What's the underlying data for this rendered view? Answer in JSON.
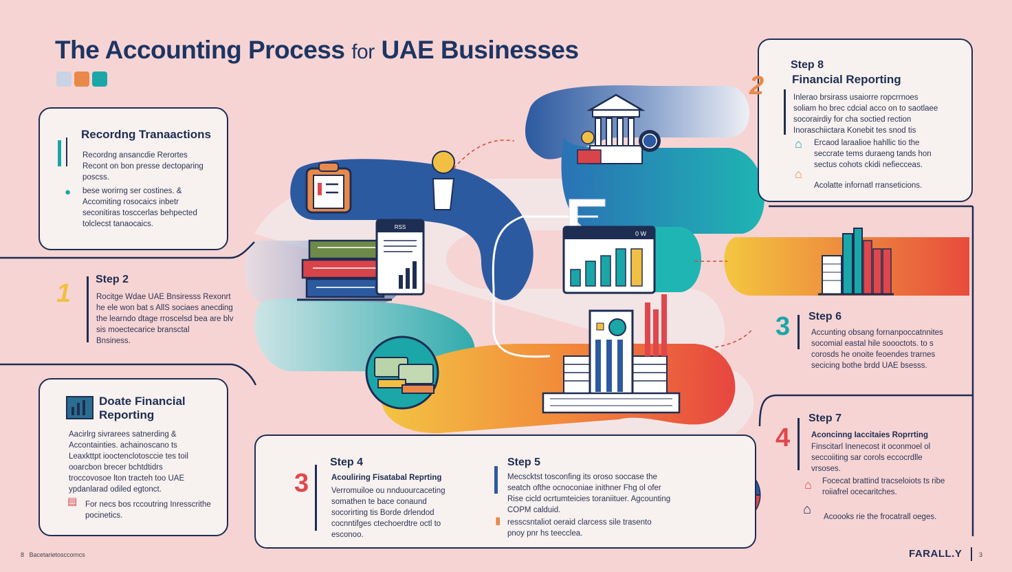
{
  "title_main": "The Accounting Process",
  "title_for": "for",
  "title_end": "UAE Businesses",
  "colors": {
    "navy": "#1e2d52",
    "orange": "#e8894a",
    "teal": "#1ba6a8",
    "red": "#e0474c",
    "yellow": "#f1c043",
    "blue": "#2c5aa0"
  },
  "card1": {
    "title": "Recordng Tranaactions",
    "p1": "Recordng ansancdie Rerortes",
    "p2": "Recont on bon presse dectoparing",
    "p3": "poscss.",
    "p4": "bese worirng ser costines. &",
    "p5": "Accomiting rosocaics inbetr",
    "p6": "seconitiras tosccerlas behpected",
    "p7": "tolclecst tanaocaics."
  },
  "card2": {
    "title": "Step 2",
    "num": "1",
    "p1": "Rocitge Wdae UAE  Bnsiresss Rexonrt",
    "p2": "he ele won bat s AllS  sociaes anecding",
    "p3": "the learndo dtage rroscelsd bea are blv",
    "p4": "sis moectecarice bransctal",
    "p5": "Bnsiness."
  },
  "card3": {
    "title1": "Doate Financial",
    "title2": "Reporting",
    "p1": "Aacirlrg sivrarees satnerding &",
    "p2": "Accontainties. achainoscano ts",
    "p3": "Leaxkttpt iooctenclotosccie tes toil",
    "p4": "ooarcbon brecer bchtdtidrs",
    "p5": "troccovosoe lton tracteh too UAE",
    "p6": "ypdanlarad odiled egtonct.",
    "p7": "For necs bos rccoutring Inresscrithe",
    "p8": "pocinetics."
  },
  "card4": {
    "step4": "Step 4",
    "num": "3",
    "s4h": "Acouliring Fisatabal Reprting",
    "s4p1": "Verromuiloe ou nnduourcaceting",
    "s4p2": "somathen te bace conaund",
    "s4p3": "socorirting tis Borde drlendod",
    "s4p4": "cocnntifges ctechoerdtre octl to",
    "s4p5": "esconoo.",
    "step5": "Step 5",
    "s5p1": "Mecscktst tosconfing its oroso soccase the",
    "s5p2": "seatch ofthe ocnoconiae inithner Fhg ol ofer",
    "s5p3": "Rise cicld ocrtumteicies toraniituer. Agcounting",
    "s5p4": "COPM calduid.",
    "s5p5": "resscsntaliot oeraid clarcess sile trasento",
    "s5p6": "pnoy pnr hs teecclea."
  },
  "card6": {
    "title": "Step 6",
    "num": "3",
    "p1": "Accunting obsang fornanpoccatnnites",
    "p2": "socomial eastal hile soooctots. to s",
    "p3": "corosds he onoite feoendes trarnes",
    "p4": "secicing bothe brdd  UAE bsesss."
  },
  "card7": {
    "title": "Step 7",
    "num": "4",
    "h": "Aconcinng Iaccitaies Roprrting",
    "p1": "Finscitarl Inenecost it oconmoel ol",
    "p2": "seccoiiting sar corols eccocrdlle",
    "p3": "vrsoses.",
    "p4": "Focecat brattind tracseloiots ts ribe",
    "p5": "roiiafrel ocecaritches.",
    "p6": "Acoooks rie the frocatrall oeges."
  },
  "card8": {
    "step": "Step 8",
    "title": "Financial Reporting",
    "num": "2",
    "p1": "Inlerao brsirass usaiorre ropcrrnoes",
    "p2": "soliam ho brec cdcial acco on to saotlaee",
    "p3": "socorairdiy for cha soctied rection",
    "p4": "Inoraschiictara Konebit tes snod tis",
    "p5": "Ercaod laraalioe hahllic tio the",
    "p6": "seccrate tems duraeng tands hon",
    "p7": "sectus cohots ckidi nefiecceas.",
    "p8": "Acolatte infornatl rranseticions."
  },
  "ledger_label": "RSS",
  "window_label": "0 W",
  "footer_left": "Bacetarietosccorncs",
  "footer_num": "8",
  "brand": "FARALL.Y",
  "page_num": "3"
}
